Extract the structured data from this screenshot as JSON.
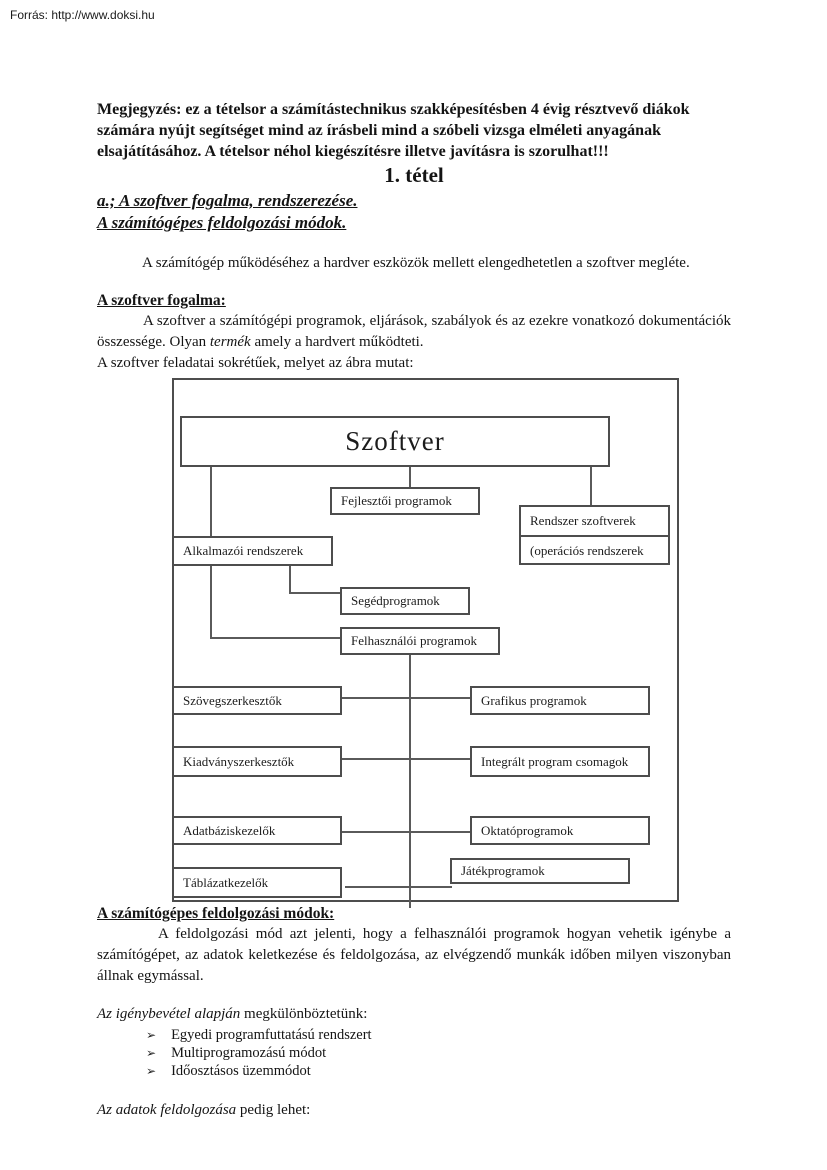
{
  "page": {
    "source_header": "Forrás: http://www.doksi.hu",
    "note": "Megjegyzés: ez a tételsor a számítástechnikus szakképesítésben 4 évig résztvevő diákok számára nyújt segítséget mind az írásbeli mind a szóbeli vizsga elméleti anyagának elsajátításához. A tételsor néhol kiegészítésre illetve javításra is szorulhat!!!",
    "title": "1. tétel",
    "subtitle_line1": "a.; A szoftver fogalma, rendszerezése.",
    "subtitle_line2": "A számítógépes feldolgozási módok.",
    "intro": "A számítógép működéséhez a hardver eszközök mellett elengedhetetlen a szoftver megléte.",
    "section1": {
      "heading": "A szoftver fogalma:",
      "para1_before": "A szoftver a számítógépi programok, eljárások, szabályok és az ezekre vonatkozó dokumentációk összessége. Olyan ",
      "para1_italic": "termék",
      "para1_after": " amely a hardvert működteti.",
      "para2": "A szoftver feladatai sokrétűek, melyet az ábra mutat:"
    },
    "diagram": {
      "root": "Szoftver",
      "nodes": {
        "fejlesztoi": "Fejlesztői programok",
        "rendszer_top": "Rendszer szoftverek",
        "rendszer_bottom": "(operációs rendszerek",
        "alkalmazoi": "Alkalmazói rendszerek",
        "seged": "Segédprogramok",
        "felhasznaloi": "Felhasználói programok",
        "szoveg": "Szövegszerkesztők",
        "grafikus": "Grafikus programok",
        "kiadvany": "Kiadványszerkesztők",
        "integralt": "Integrált program csomagok",
        "adatbazis": "Adatbáziskezelők",
        "oktato": "Oktatóprogramok",
        "tablazat": "Táblázatkezelők",
        "jatek": "Játékprogramok"
      }
    },
    "section2": {
      "heading": "A számítógépes feldolgozási módok:",
      "para1": "A feldolgozási mód azt jelenti, hogy a felhasználói programok hogyan vehetik igénybe a számítógépet, az adatok keletkezése és feldolgozása, az elvégzendő munkák időben milyen viszonyban állnak egymással.",
      "lead1_italic": "Az igénybevétel alapján",
      "lead1_rest": " megkülönböztetünk:",
      "bullet_glyph": "➢",
      "bullets": [
        "Egyedi programfuttatású rendszert",
        "Multiprogramozású módot",
        "Időosztásos üzemmódot"
      ],
      "lead2_italic": "Az adatok feldolgozása",
      "lead2_rest": " pedig lehet:"
    }
  }
}
